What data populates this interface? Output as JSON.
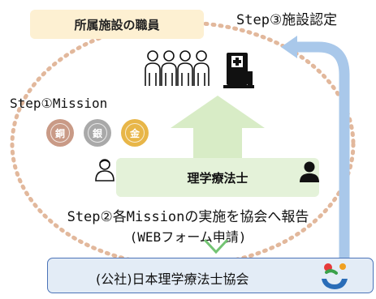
{
  "staff_box": {
    "label": "所属施設の職員"
  },
  "steps": {
    "step1": "Step①Mission",
    "step2": "Step②各Missionの実施を協会へ報告",
    "step2_sub": "(WEBフォーム申請)",
    "step3": "Step③施設認定"
  },
  "pt_box": {
    "label": "理学療法士"
  },
  "association": {
    "label": "(公社)日本理学療法士協会"
  },
  "coins": [
    {
      "label": "銅",
      "color": "#c99a86"
    },
    {
      "label": "銀",
      "color": "#a9a9a9"
    },
    {
      "label": "金",
      "color": "#e8b648"
    }
  ],
  "icons": {
    "people": "people-group-icon",
    "facility": "hospital-building-icon",
    "pt_left": "person-outline-icon",
    "pt_right": "person-silhouette-icon",
    "logo": "association-logo-icon"
  },
  "colors": {
    "dashed_ring": "#e2b89c",
    "up_arrow": "#d8ecc6",
    "return_arrow": "#a9c8ea",
    "down_arrow": "#73c473",
    "staff_box_bg": "#fdf0d2",
    "pt_box_bg": "#e4f2d9",
    "association_bg": "#e3ecf6",
    "association_border": "#4b73b8"
  }
}
